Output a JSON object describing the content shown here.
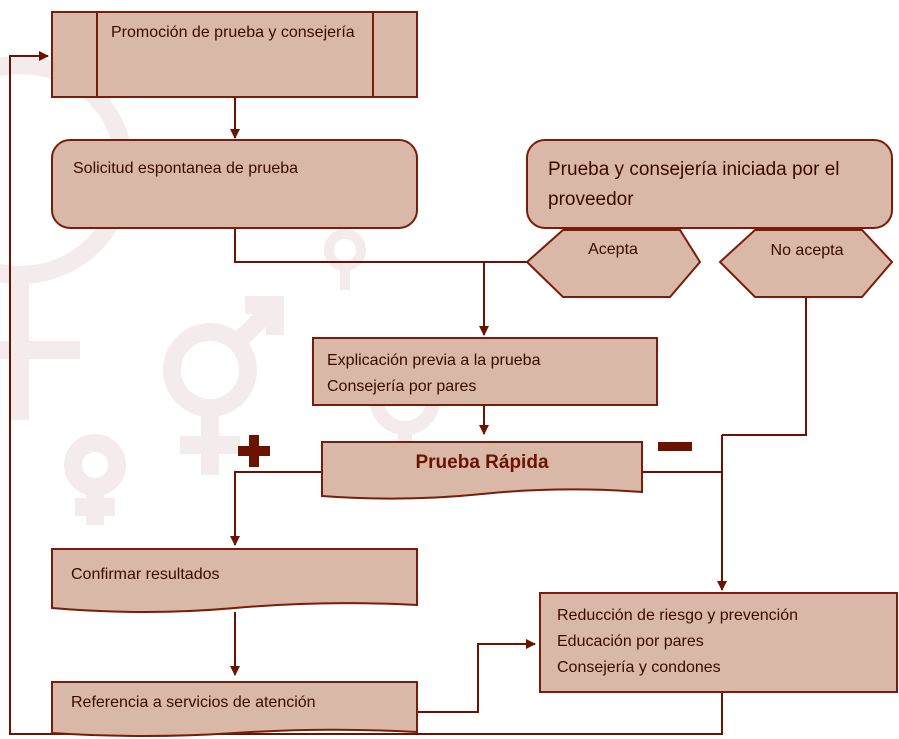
{
  "nodes": {
    "promotion": "Promoción de prueba y consejería",
    "spontaneous": "Solicitud espontanea de prueba",
    "provider": "Prueba y consejería iniciada por el proveedor",
    "accepts": "Acepta",
    "declines": "No acepta",
    "pretest": {
      "line1": "Explicación previa a la prueba",
      "line2": "Consejería por pares"
    },
    "rapid_test": "Prueba Rápida",
    "confirm": "Confirmar resultados",
    "referral": "Referencia a servicios de atención",
    "risk": {
      "line1": "Reducción de riesgo y prevención",
      "line2": "Educación por pares",
      "line3": "Consejería y condones"
    }
  },
  "colors": {
    "fill": "#d9b8a7",
    "border": "#7a1c0c",
    "arrow": "#6b1300",
    "watermark": "#f4ecec"
  }
}
